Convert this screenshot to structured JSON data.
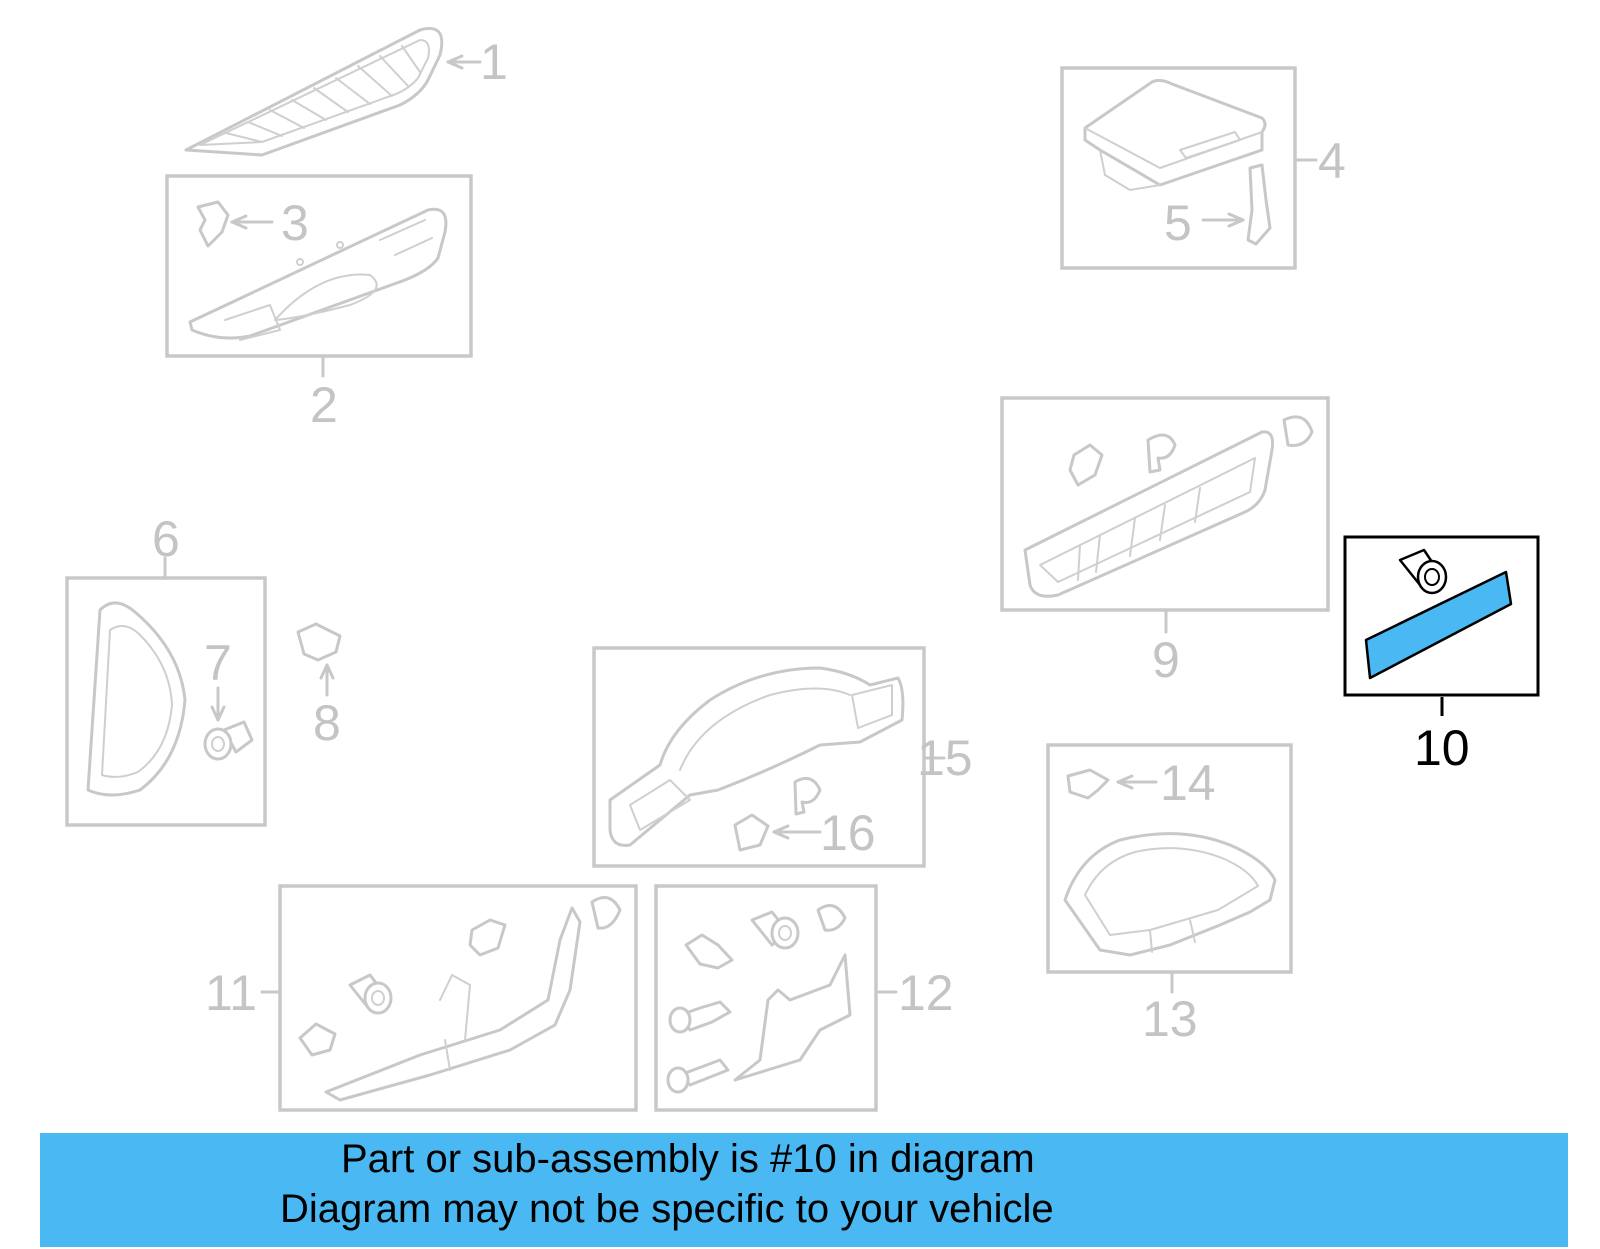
{
  "callouts": {
    "c1": "1",
    "c2": "2",
    "c3": "3",
    "c4": "4",
    "c5": "5",
    "c6": "6",
    "c7": "7",
    "c8": "8",
    "c9": "9",
    "c10": "10",
    "c11": "11",
    "c12": "12",
    "c13": "13",
    "c14": "14",
    "c15": "15",
    "c16": "16"
  },
  "highlight": {
    "part_number": "10",
    "color": "#4ab8f2"
  },
  "banner": {
    "line1": "Part or sub-assembly is #10 in diagram",
    "line2": "Diagram may not be specific to your vehicle",
    "background": "#4ab8f2"
  }
}
